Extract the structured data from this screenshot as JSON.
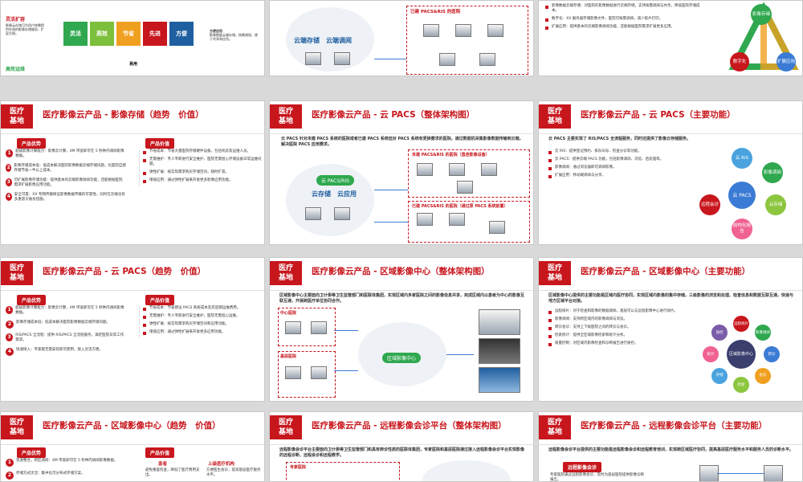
{
  "colors": {
    "brand": "#c8161d",
    "green": "#2fa84f",
    "blue": "#3a7bd5"
  },
  "brand_label": "医疗基地",
  "slides": {
    "s1": {
      "title": "",
      "subtitle": "灵活扩容",
      "badges": [
        "灵活",
        "高效",
        "节省",
        "先进",
        "方便"
      ],
      "footer": "高效运维",
      "footer2": "易用"
    },
    "s2": {
      "title": "",
      "cloud_labels": [
        "云端存储",
        "云端调阅"
      ],
      "box_label": "已建 PACS&RIS 的医院"
    },
    "s3": {
      "title": "",
      "triangle": [
        "影像存储",
        "数字化",
        "扩展应用"
      ]
    },
    "s4": {
      "title": "医疗影像云产品 - 影像存储（趋势　价值）",
      "left_pill": "产品优势",
      "right_pill": "产品价值",
      "left_items": [
        "超级影像计算能力：影像云计算，4M 带宽即可在 5 秒钟内调阅影像数据。",
        "影像存储成本低：低成本解决医院影像数据云端存储问题，比医院自建存储节省一半以上成本。",
        "可扩展影像存储功能：提供基本的云端影像调阅功能，还能根据医院需求扩展影像应用功能。",
        "安全可靠：XX 专网传输保证影像数据传输的可靠性，同时在云端也有多重容灾备份措施。"
      ],
      "right_items": [
        "节省成本：节省大量医院存储硬件设备，包括机房及运维人员。",
        "无需维护：专人专职进行安全维护，医院无需担心存储设备日常运维问题。",
        "弹性扩展：按实际需求购买存储空间，随时扩容。",
        "增值应用：通过弹性扩展来开发更多影像应用功能。"
      ]
    },
    "s5": {
      "title": "医疗影像云产品 - 云 PACS（整体架构图）",
      "intro": "云 PACS 针对未建 PACS 系统的医院或者已建 PACS 系统但对 PACS 系统有更换需求的医院，通过数据机采集影像数据传输到云端，解决医院 PACS 应用需求。",
      "top_box": "未建 PACS&RIS 的医院（直连影像设备）",
      "bottom_box": "已建 PACS&RIS 的医院（通过原 PACS 系统前置）",
      "cloud_tag": "云 PACS/RIS",
      "cloud_labels": [
        "云存储",
        "云应用"
      ]
    },
    "s6": {
      "title": "医疗影像云产品 - 云 PACS（主要功能）",
      "intro": "云 PACS 主要实现了 RIS/PACS 全流程服务，同时还提供了影像云存储服务。",
      "functions": [
        "云 RIS",
        "影像调阅",
        "云存储",
        "结构化报告",
        "远程会诊",
        "云 PACS"
      ],
      "items": [
        "云 RIS：提供登记预约、排队叫号、检查分诊等功能。",
        "云 PACS：提供云端 PACS 功能，包括影像调阅、浏览、后处理等。",
        "影像调阅：通过浏览器即可调阅影像。",
        "扩展应用：移动端调阅与分享。"
      ]
    },
    "s7": {
      "title": "医疗影像云产品 - 云 PACS（趋势　价值）",
      "left_pill": "产品优势",
      "right_pill": "产品价值",
      "left_items": [
        "超级影像计算能力：影像云计算，4M 带宽即可在 5 秒钟内调阅影像数据。",
        "影像存储成本低：低成本解决医院影像数据云端存储问题。",
        "RIS/PACS 全流程：提供 RIS/PACS 全流程服务，满足医院日常工作需求。",
        "快速接入：专家版无需安装即可使用，接入灵活方便。"
      ],
      "right_items": [
        "节省成本：节省建设 PACS 系统成本及其后期运维费用。",
        "无需维护：专人专职进行安全维护，医院无需担心运维。",
        "弹性扩展：按实际需求购买存储空间和应用功能。",
        "增值应用：通过弹性扩展来开发更多应用功能。"
      ]
    },
    "s8": {
      "title": "医疗影像云产品 - 区域影像中心（整体架构图）",
      "intro": "区域影像中心主要面向卫计委等卫生监管部门和医联体集团，实现区域内多家医院之间的影像信息共享，完成区域内以患者为中心的影像互联互通，开展跨医疗单位协同合作。",
      "boxes": [
        "中心医院",
        "基层医院"
      ],
      "center": "区域影像中心"
    },
    "s9": {
      "title": "医疗影像云产品 - 区域影像中心（主要功能）",
      "intro": "区域影像中心提供的主要功能是区域内医疗协同，实现区域内影像的集中存储，三级影像的浏览和处理、检查信息和数据互联互通，快速与地方区域平台对接。",
      "center": "区域影像中心",
      "functions": [
        "远程阅片",
        "影像调阅",
        "转诊",
        "会诊",
        "检索",
        "存储",
        "统计",
        "质控"
      ]
    },
    "s10": {
      "title": "医疗影像云产品 - 区域影像中心（趋势　价值）",
      "left_pill": "产品优势",
      "right_pill": "产品价值",
      "sub_left": "患者",
      "sub_right": "上级医疗机构",
      "left_items": [
        "资源整合，跨区调阅：4M 带宽即可在 5 秒钟内调阅影像数据。",
        "存储方式灵活：集中化可分布式存储方案。"
      ],
      "right_items": [
        "避免重复检查，降低了医疗费用支出。",
        "方便医生会诊，提高基层医疗服务水平。"
      ]
    },
    "s11": {
      "title": "医疗影像云产品 - 远程影像会诊平台（整体架构图）",
      "intro": "远程影像会诊平台主要面向卫计委等卫生监管部门和具有转诊性质的医联体集团，专家医院和基层医院通过接入远程影像会诊平台实现影像的远程诊断、远程会诊和远程教学。",
      "box": "专家医院"
    },
    "s12": {
      "title": "医疗影像云产品 - 远程影像会诊平台（主要功能）",
      "intro": "远程影像会诊平台提供的主要功能是远程影像会诊和远程教育培训，实现跨区域医疗协同，提高基层医疗服务水平和服务人员的诊断水平。",
      "pill": "远程影像会诊",
      "item": "专家医院通过远程影像会诊，及时为基层医院提供影像诊断报告。"
    }
  }
}
